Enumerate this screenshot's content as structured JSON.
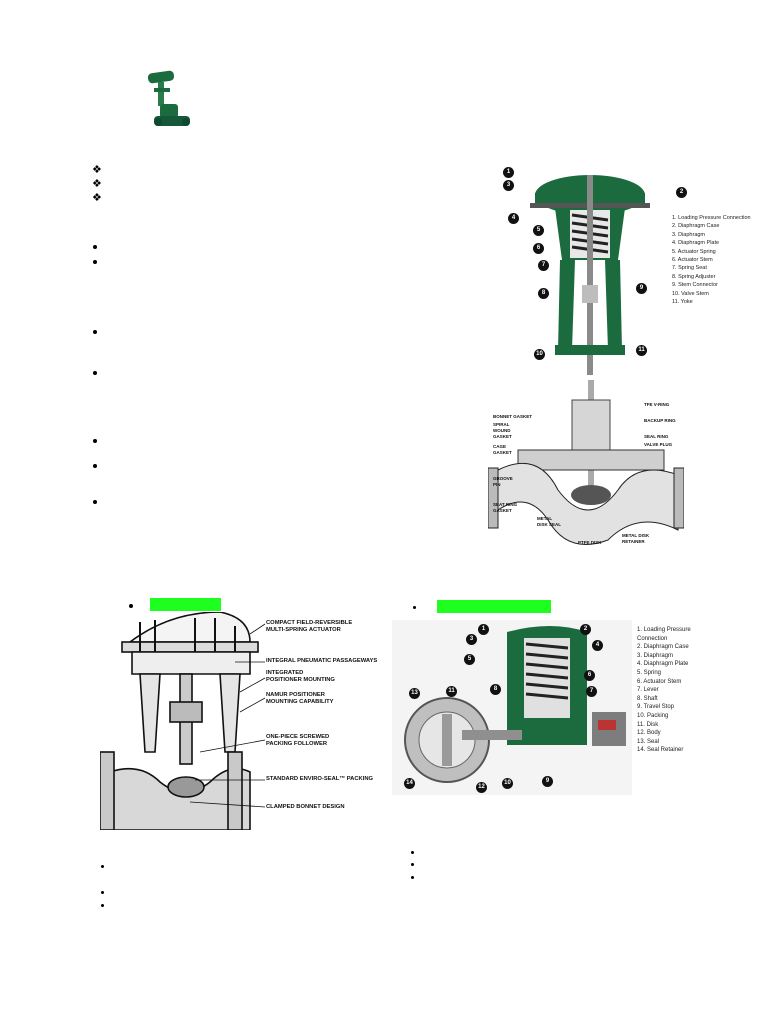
{
  "top_legend": {
    "items": [
      "1.  Loading Pressure Connection",
      "2.  Diaphragm Case",
      "3.  Diaphragm",
      "4.  Diaphragm Plate",
      "5.  Actuator Spring",
      "6.  Actuator Stem",
      "7.  Spring Seat",
      "8.  Spring Adjuster",
      "9.  Stem Connector",
      "10. Valve Stem",
      "11. Yoke"
    ]
  },
  "body_callouts": {
    "left": [
      "BONNET GASKET",
      "SPIRAL WOUND GASKET",
      "CAGE GASKET",
      "GROOVE PIN",
      "SEAT RING GASKET",
      "METAL DISK SEAL"
    ],
    "right": [
      "TFE V-RING",
      "BACKUP RING",
      "SEAL RING",
      "VALVE PLUG",
      "METAL DISK RETAINER",
      "PTFE DISK"
    ]
  },
  "left_diagram": {
    "callouts": [
      "COMPACT FIELD-REVERSIBLE MULTI-SPRING ACTUATOR",
      "INTEGRAL PNEUMATIC PASSAGEWAYS",
      "INTEGRATED POSITIONER MOUNTING",
      "NAMUR POSITIONER MOUNTING CAPABILITY",
      "ONE-PIECE SCREWED PACKING FOLLOWER",
      "STANDARD ENVIRO-SEAL™ PACKING",
      "CLAMPED BONNET DESIGN"
    ]
  },
  "right_legend": {
    "items": [
      "1.  Loading Pressure Connection",
      "2.  Diaphragm Case",
      "3.  Diaphragm",
      "4.  Diaphragm Plate",
      "5.  Spring",
      "6.  Actuator Stem",
      "7.  Lever",
      "8.  Shaft",
      "9.  Travel Stop",
      "10. Packing",
      "11. Disk",
      "12. Body",
      "13. Seal",
      "14. Seal Retainer"
    ]
  },
  "top_diagram_numbers": [
    "1",
    "2",
    "3",
    "4",
    "5",
    "6",
    "7",
    "8",
    "9",
    "10",
    "11"
  ],
  "rotary_numbers": [
    "1",
    "2",
    "3",
    "4",
    "5",
    "6",
    "7",
    "8",
    "9",
    "10",
    "11",
    "12",
    "13",
    "14"
  ],
  "colors": {
    "actuator_green": "#1c6b3f",
    "highlight_green": "#1fff1f",
    "metal_gray": "#9a9a9a"
  }
}
